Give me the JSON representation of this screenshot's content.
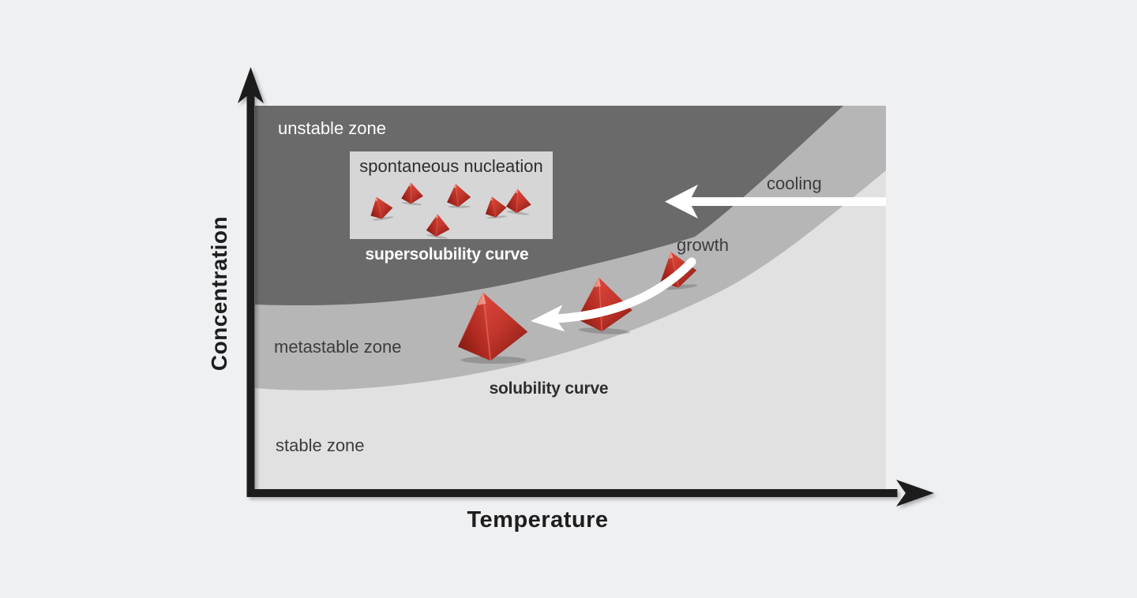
{
  "figure": {
    "type": "concept-diagram",
    "subject": "crystallization zones",
    "labels": {
      "unstable_zone": "unstable zone",
      "metastable_zone": "metastable zone",
      "stable_zone": "stable zone",
      "supersolubility_curve": "supersolubility curve",
      "solubility_curve": "solubility curve",
      "spontaneous_nucleation": "spontaneous nucleation",
      "cooling": "cooling",
      "growth": "growth",
      "x_axis": "Temperature",
      "y_axis": "Concentration"
    },
    "nucleation_crystal_count": 6
  },
  "colors": {
    "page_bg": "#eff0f2",
    "unstable_zone": "#6a6a6a",
    "metastable_zone": "#b6b6b6",
    "stable_zone": "#e1e1e1",
    "nucleation_box": "#d6d6d6",
    "axis": "#1e1e1e",
    "arrow_white": "#ffffff",
    "label_dark": "#3c3c3c",
    "label_light": "#ffffff",
    "crystal_bright": "#d9453a",
    "crystal_mid": "#b62c23",
    "crystal_dark": "#76180f"
  }
}
